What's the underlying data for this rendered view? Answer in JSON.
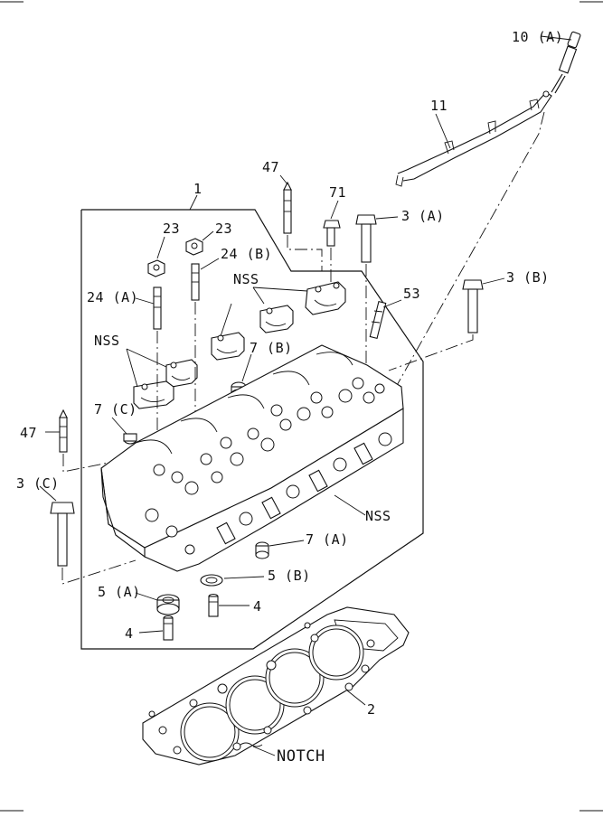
{
  "callouts": {
    "c1": "1",
    "c2": "2",
    "c3a": "3 (A)",
    "c3b": "3 (B)",
    "c3c": "3 (C)",
    "c4a": "4",
    "c4b": "4",
    "c5a": "5 (A)",
    "c5b": "5 (B)",
    "c7a": "7 (A)",
    "c7b": "7 (B)",
    "c7c": "7 (C)",
    "c10a": "10 (A)",
    "c11": "11",
    "c23a": "23",
    "c23b": "23",
    "c24a": "24 (A)",
    "c24b": "24 (B)",
    "c47a": "47",
    "c47b": "47",
    "c53": "53",
    "c71": "71",
    "nss1": "NSS",
    "nss2": "NSS",
    "nss3": "NSS",
    "notch": "NOTCH"
  },
  "icons": {
    "cylinder_head": "cylinder-head-icon",
    "head_gasket": "head-gasket-icon",
    "camshaft_cap": "camshaft-bearing-cap-icon",
    "bolt": "bolt-icon",
    "stud": "stud-icon",
    "nut": "flange-nut-icon",
    "plug": "expansion-plug-icon",
    "seal": "valve-stem-seal-icon",
    "guide": "valve-guide-icon",
    "glow_plug": "glow-plug-icon",
    "connector_plate": "glow-plug-connector-icon"
  },
  "colors": {
    "line": "#111111",
    "background": "#ffffff"
  }
}
